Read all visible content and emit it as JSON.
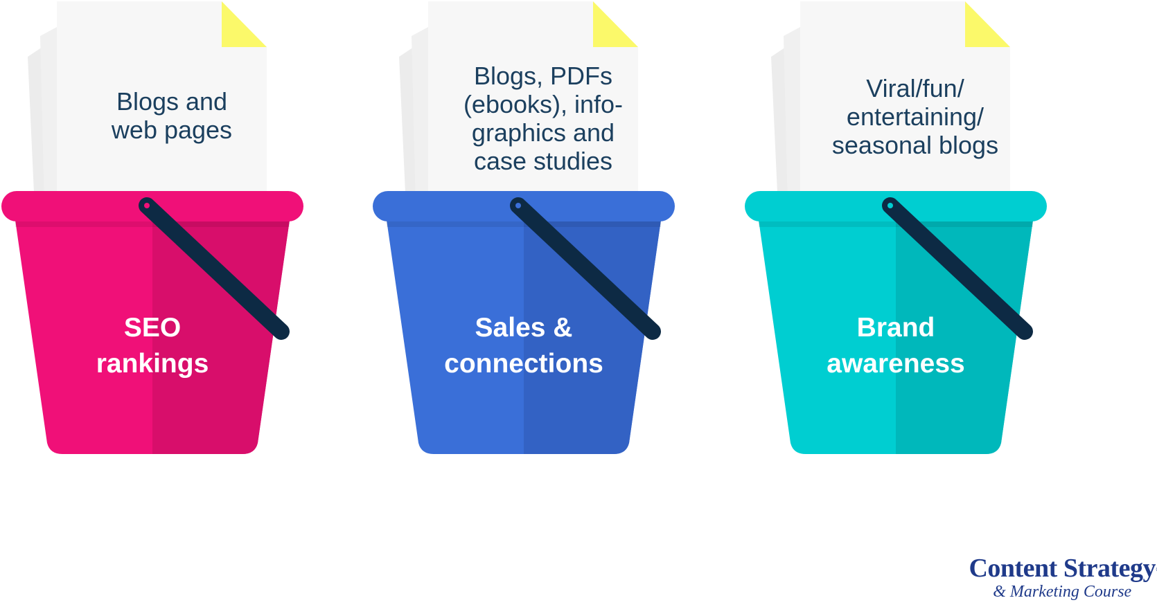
{
  "buckets": [
    {
      "paper_text": "Blogs and\nweb pages",
      "label": "SEO\nrankings",
      "color": "#f01078",
      "shade": "#d80e6b",
      "rim": "#f01078"
    },
    {
      "paper_text": "Blogs, PDFs\n(ebooks), info-\ngraphics and\ncase studies",
      "label": "Sales &\nconnections",
      "color": "#3a6fd8",
      "shade": "#3362c4",
      "rim": "#3a6fd8"
    },
    {
      "paper_text": "Viral/fun/\nentertaining/\nseasonal blogs",
      "label": "Brand\nawareness",
      "color": "#00ced1",
      "shade": "#00b8bb",
      "rim": "#00ced1"
    }
  ],
  "colors": {
    "paper": "#f7f7f7",
    "paper_back": "#ececec",
    "fold": "#fbf96a",
    "handle": "#0d2a44",
    "text_dark": "#1b3f5e"
  },
  "brand": {
    "title": "Content Strategy",
    "registered": "®",
    "subtitle": "& Marketing Course"
  }
}
